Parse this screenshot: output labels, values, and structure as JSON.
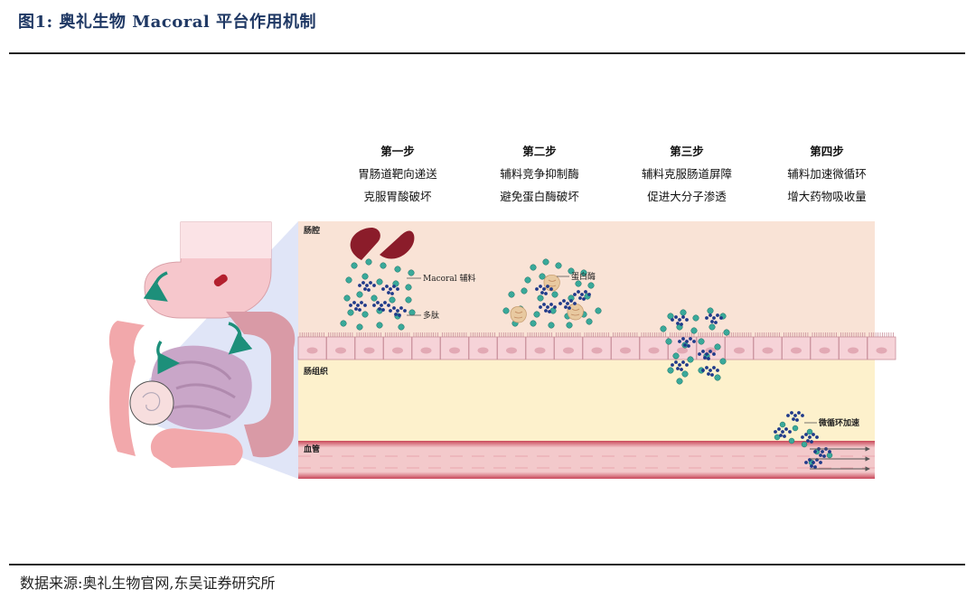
{
  "header": {
    "title": "图1:  奥礼生物 Macoral 平台作用机制"
  },
  "steps": [
    {
      "heading": "第一步",
      "line1": "胃肠道靶向递送",
      "line2": "克服胃酸破坏"
    },
    {
      "heading": "第二步",
      "line1": "辅料竞争抑制酶",
      "line2": "避免蛋白酶破坏"
    },
    {
      "heading": "第三步",
      "line1": "辅料克服肠道屏障",
      "line2": "促进大分子渗透"
    },
    {
      "heading": "第四步",
      "line1": "辅料加速微循环",
      "line2": "增大药物吸收量"
    }
  ],
  "diagram": {
    "zones": {
      "lumen": "肠腔",
      "tissue": "肠组织",
      "vessel": "血管"
    },
    "labels": {
      "excipient": "Macoral 辅料",
      "peptide": "多肽",
      "protease": "蛋白酶",
      "microcirculation": "微循环加速"
    },
    "colors": {
      "lumen_bg": "#f9e3d6",
      "tissue_bg": "#fdf1cc",
      "vessel_bg": "#f3c9cb",
      "vessel_band": "#c9485a",
      "capsule": "#8b1c2a",
      "excipient": "#3aa99a",
      "peptide": "#1f3a8a",
      "protease": "#e8c9a0",
      "gut": "#f2aeb0",
      "gut_purple": "#c9a6c8",
      "arrow": "#1d8f7a",
      "projection": "#cdd6f2"
    }
  },
  "footer": {
    "source": "数据来源:奥礼生物官网,东吴证券研究所"
  }
}
